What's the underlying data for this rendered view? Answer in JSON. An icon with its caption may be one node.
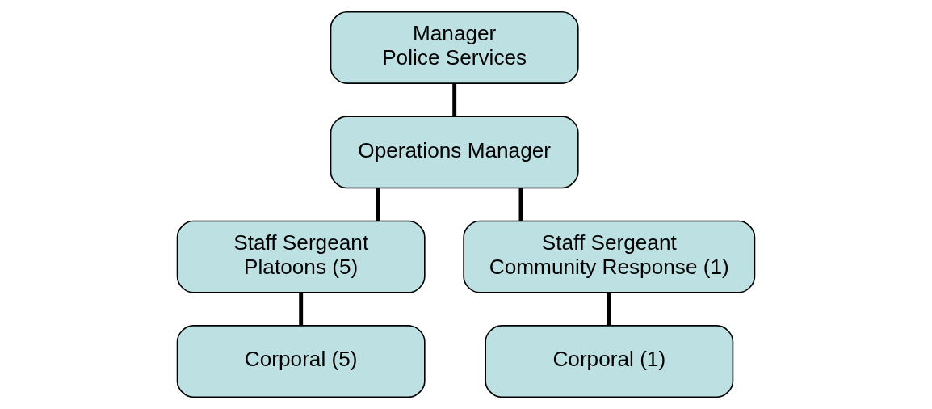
{
  "diagram": {
    "nodes": [
      {
        "text": [
          "Manager",
          "Police Services"
        ]
      },
      {
        "text": [
          "Operations Manager"
        ]
      },
      {
        "text": [
          "Staff Sergeant",
          "Platoons (5)"
        ]
      },
      {
        "text": [
          "Staff Sergeant",
          "Community Response (1)"
        ]
      },
      {
        "text": [
          "Corporal (5)"
        ]
      },
      {
        "text": [
          "Corporal (1)"
        ]
      }
    ],
    "edges": [
      {
        "from": 0,
        "to": 1,
        "arrow": "none"
      },
      {
        "from": 1,
        "to": 2,
        "arrow": "none"
      },
      {
        "from": 1,
        "to": 3,
        "arrow": "none"
      },
      {
        "from": 2,
        "to": 4,
        "arrow": "none"
      },
      {
        "from": 3,
        "to": 5,
        "arrow": "none"
      }
    ]
  }
}
